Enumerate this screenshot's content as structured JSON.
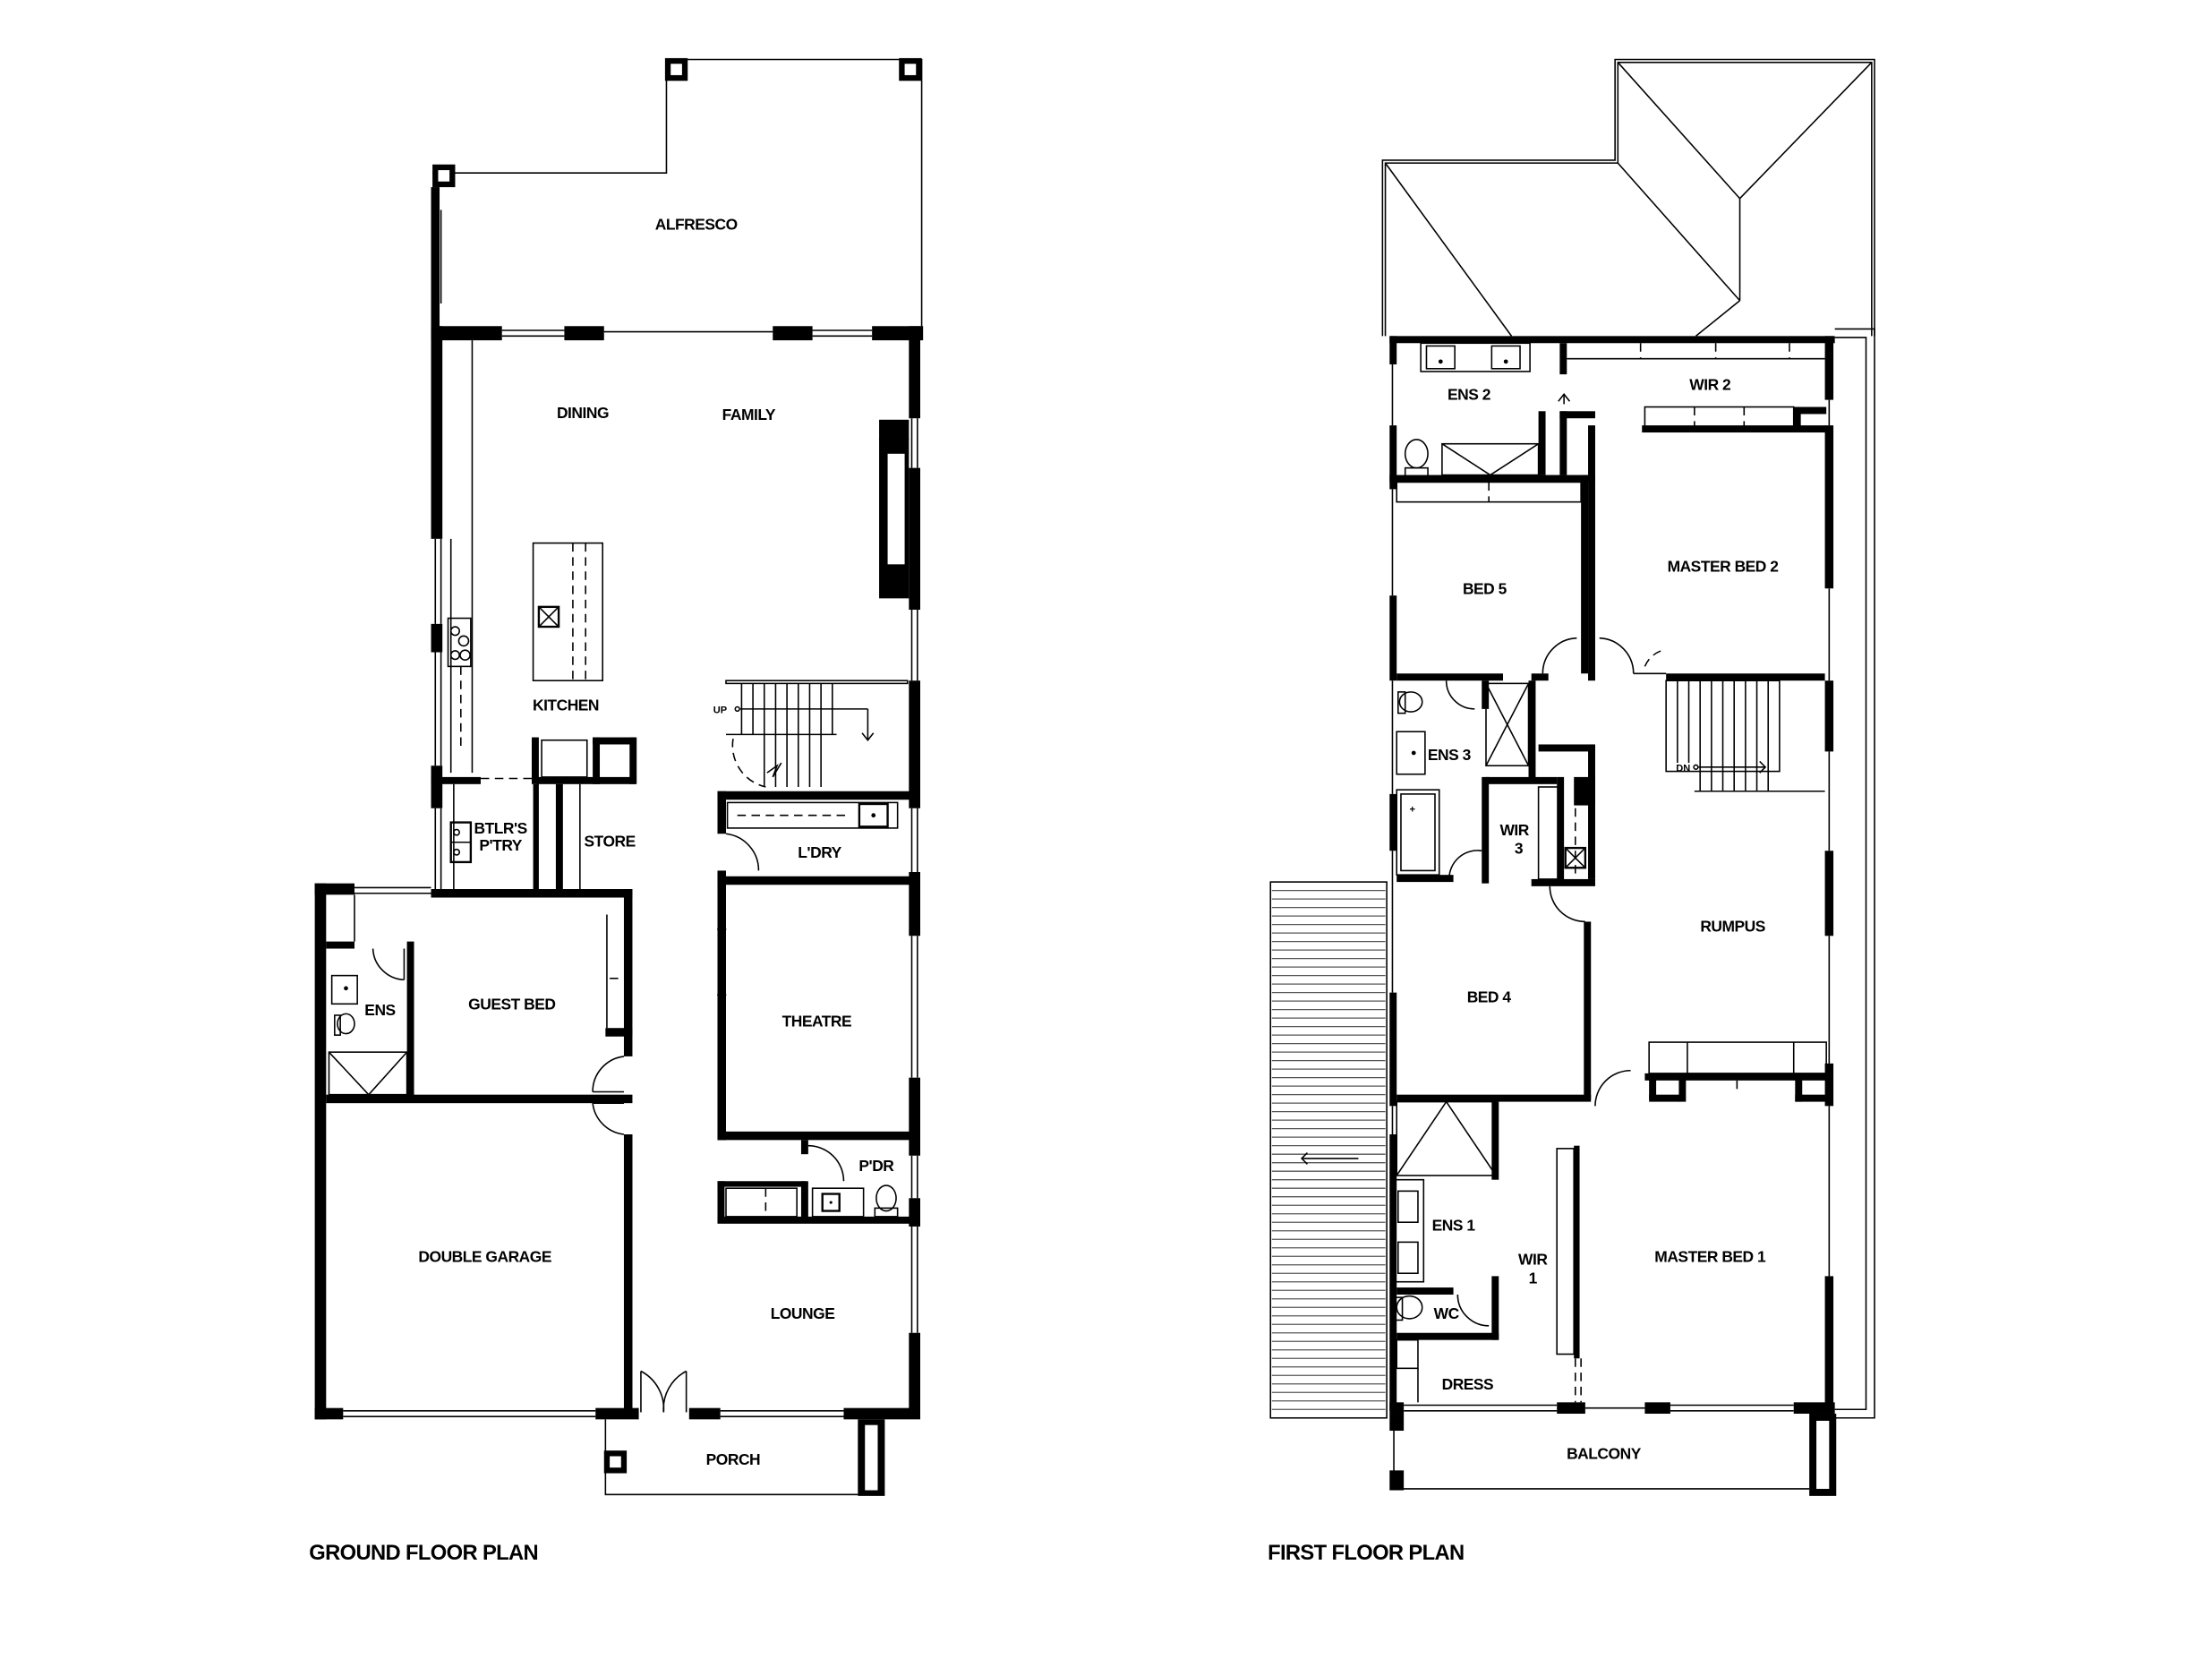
{
  "ground_floor": {
    "title": "GROUND FLOOR PLAN",
    "rooms": {
      "alfresco": "ALFRESCO",
      "dining": "DINING",
      "family": "FAMILY",
      "kitchen": "KITCHEN",
      "butlers_pantry_line1": "BTLR'S",
      "butlers_pantry_line2": "P'TRY",
      "store": "STORE",
      "laundry": "L'DRY",
      "guest_bed": "GUEST BED",
      "ensuite": "ENS",
      "theatre": "THEATRE",
      "powder": "P'DR",
      "double_garage": "DOUBLE GARAGE",
      "lounge": "LOUNGE",
      "porch": "PORCH"
    },
    "stair_label": "UP"
  },
  "first_floor": {
    "title": "FIRST FLOOR PLAN",
    "rooms": {
      "ensuite_2": "ENS 2",
      "wir_2": "WIR 2",
      "bed_5": "BED 5",
      "master_bed_2": "MASTER BED 2",
      "ensuite_3": "ENS 3",
      "wir_3_line1": "WIR",
      "wir_3_line2": "3",
      "rumpus": "RUMPUS",
      "bed_4": "BED 4",
      "ensuite_1": "ENS 1",
      "wir_1_line1": "WIR",
      "wir_1_line2": "1",
      "wc": "WC",
      "dress": "DRESS",
      "master_bed_1": "MASTER BED 1",
      "balcony": "BALCONY"
    },
    "stair_label": "DN"
  },
  "colors": {
    "line": "#000000",
    "background": "#ffffff"
  }
}
